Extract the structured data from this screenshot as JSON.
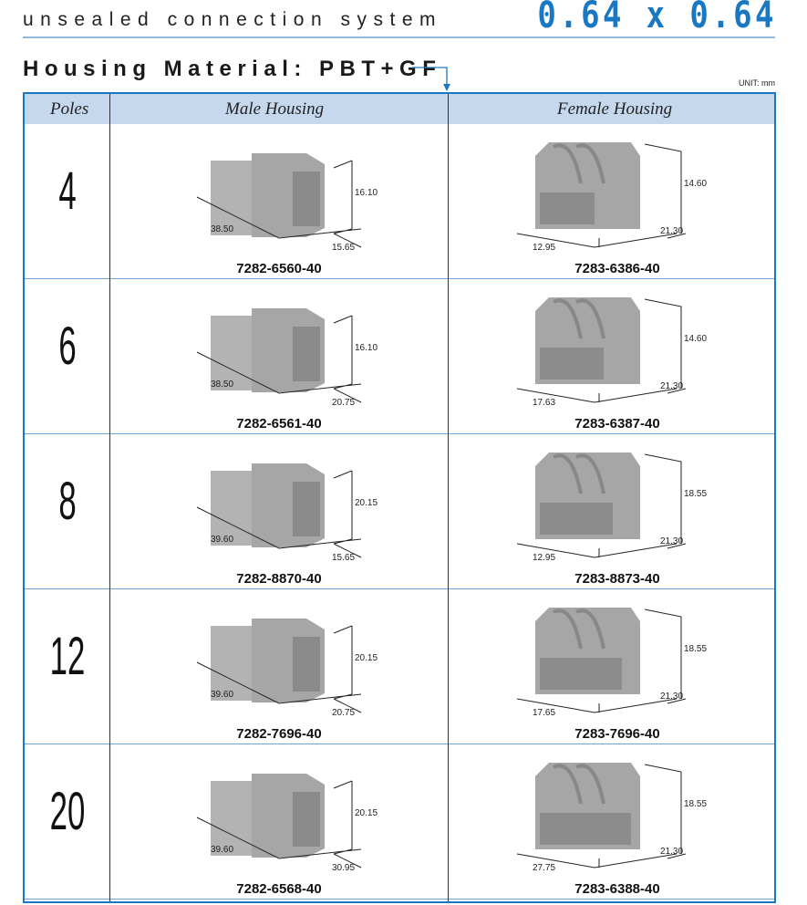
{
  "header": {
    "subtitle": "unsealed connection system",
    "size": "0.64 x 0.64",
    "title": "Housing Material: PBT+GF",
    "unit": "UNIT: mm"
  },
  "table": {
    "columns": [
      "Poles",
      "Male Housing",
      "Female Housing"
    ],
    "rows": [
      {
        "poles": "4",
        "male": {
          "part": "7282-6560-40",
          "length": "38.50",
          "width": "15.65",
          "height": "16.10"
        },
        "female": {
          "part": "7283-6386-40",
          "width": "12.95",
          "depth": "21.30",
          "height": "14.60"
        }
      },
      {
        "poles": "6",
        "male": {
          "part": "7282-6561-40",
          "length": "38.50",
          "width": "20.75",
          "height": "16.10"
        },
        "female": {
          "part": "7283-6387-40",
          "width": "17.63",
          "depth": "21.30",
          "height": "14.60"
        }
      },
      {
        "poles": "8",
        "male": {
          "part": "7282-8870-40",
          "length": "39.60",
          "width": "15.65",
          "height": "20.15"
        },
        "female": {
          "part": "7283-8873-40",
          "width": "12.95",
          "depth": "21.30",
          "height": "18.55"
        }
      },
      {
        "poles": "12",
        "male": {
          "part": "7282-7696-40",
          "length": "39.60",
          "width": "20.75",
          "height": "20.15"
        },
        "female": {
          "part": "7283-7696-40",
          "width": "17.65",
          "depth": "21.30",
          "height": "18.55"
        }
      },
      {
        "poles": "20",
        "male": {
          "part": "7282-6568-40",
          "length": "39.60",
          "width": "30.95",
          "height": "20.15"
        },
        "female": {
          "part": "7283-6388-40",
          "width": "27.75",
          "depth": "21.30",
          "height": "18.55"
        }
      }
    ]
  },
  "colors": {
    "accent": "#1a78c2",
    "header_bg": "#c6d8ee",
    "housing": "#a9a9a9"
  }
}
